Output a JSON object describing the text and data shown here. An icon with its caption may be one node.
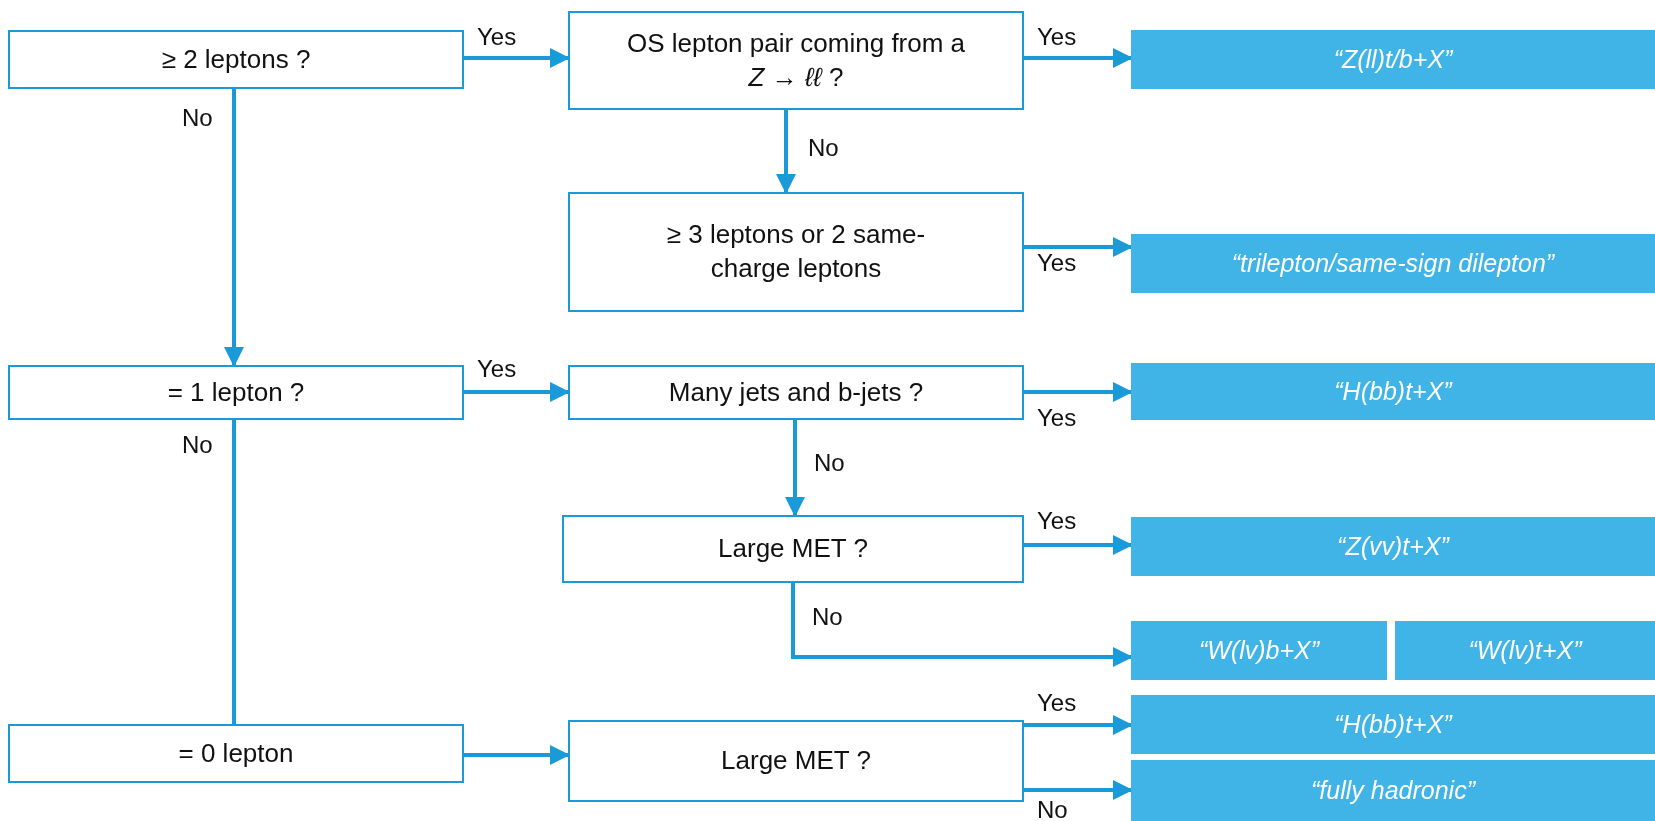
{
  "diagram": {
    "nodes": [
      {
        "text": [
          "≥ 2 leptons ?"
        ]
      },
      {
        "text": [
          "OS lepton pair coming from a *Z* → *ℓℓ* ?"
        ]
      },
      {
        "text": [
          "“Z(ll)t/b+X”"
        ]
      },
      {
        "text": [
          "≥ 3 leptons or 2 same-charge leptons"
        ]
      },
      {
        "text": [
          "“trilepton/same-sign dilepton”"
        ]
      },
      {
        "text": [
          "= 1 lepton ?"
        ]
      },
      {
        "text": [
          "Many jets and b-jets ?"
        ]
      },
      {
        "text": [
          "“H(bb)t+X”"
        ]
      },
      {
        "text": [
          "Large MET ?"
        ]
      },
      {
        "text": [
          "“Z(vv)t+X”"
        ]
      },
      {
        "text": [
          "“W(lv)b+X”"
        ]
      },
      {
        "text": [
          "“W(lv)t+X”"
        ]
      },
      {
        "text": [
          "= 0 lepton"
        ]
      },
      {
        "text": [
          "Large MET ?"
        ]
      },
      {
        "text": [
          "“H(bb)t+X”"
        ]
      },
      {
        "text": [
          "“fully hadronic”"
        ]
      }
    ],
    "edges": [
      {
        "from": 0,
        "to": 1,
        "arrow": "to",
        "label": "Yes"
      },
      {
        "from": 1,
        "to": 2,
        "arrow": "to",
        "label": "Yes"
      },
      {
        "from": 1,
        "to": 3,
        "arrow": "to",
        "label": "No"
      },
      {
        "from": 3,
        "to": 4,
        "arrow": "to",
        "label": "Yes"
      },
      {
        "from": 0,
        "to": 5,
        "arrow": "to",
        "label": "No"
      },
      {
        "from": 5,
        "to": 6,
        "arrow": "to",
        "label": "Yes"
      },
      {
        "from": 6,
        "to": 7,
        "arrow": "to",
        "label": "Yes"
      },
      {
        "from": 6,
        "to": 8,
        "arrow": "to",
        "label": "No"
      },
      {
        "from": 8,
        "to": 9,
        "arrow": "to",
        "label": "Yes"
      },
      {
        "from": 8,
        "to": 10,
        "arrow": "to",
        "label": "No"
      },
      {
        "from": 5,
        "to": 12,
        "arrow": "none",
        "label": "No"
      },
      {
        "from": 12,
        "to": 13,
        "arrow": "to"
      },
      {
        "from": 13,
        "to": 14,
        "arrow": "to",
        "label": "Yes"
      },
      {
        "from": 13,
        "to": 15,
        "arrow": "to",
        "label": "No"
      }
    ]
  }
}
